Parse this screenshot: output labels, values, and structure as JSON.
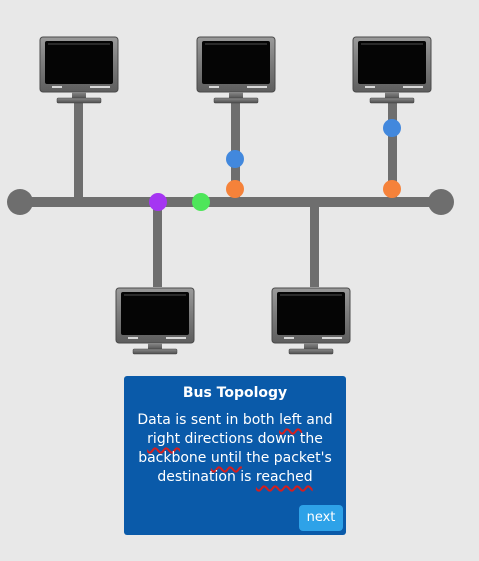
{
  "info_card": {
    "title": "Bus Topology",
    "body": [
      {
        "text": "Data is sent in both ",
        "highlight": false
      },
      {
        "text": "left",
        "highlight": true
      },
      {
        "text": " and ",
        "highlight": false
      },
      {
        "text": "right",
        "highlight": true
      },
      {
        "text": " directions down the backbone ",
        "highlight": false
      },
      {
        "text": "until",
        "highlight": true
      },
      {
        "text": " the packet's destination is ",
        "highlight": false
      },
      {
        "text": "reached",
        "highlight": true
      }
    ],
    "next_label": "next",
    "highlight_color": "#d61e1e",
    "background_color": "#0a5aa9",
    "button_color": "#2ea2e8"
  },
  "network": {
    "computers": [
      {
        "id": "computer-top-left"
      },
      {
        "id": "computer-top-center"
      },
      {
        "id": "computer-top-right"
      },
      {
        "id": "computer-bottom-left"
      },
      {
        "id": "computer-bottom-right"
      }
    ],
    "packets": [
      {
        "id": "packet-purple",
        "color": "#a535f2"
      },
      {
        "id": "packet-green",
        "color": "#4ee65a"
      },
      {
        "id": "packet-orange-center",
        "color": "#f5823a"
      },
      {
        "id": "packet-blue-center",
        "color": "#4288dd"
      },
      {
        "id": "packet-orange-right",
        "color": "#f5823a"
      },
      {
        "id": "packet-blue-right",
        "color": "#4288dd"
      }
    ],
    "cable_color": "#6e6e6e"
  }
}
